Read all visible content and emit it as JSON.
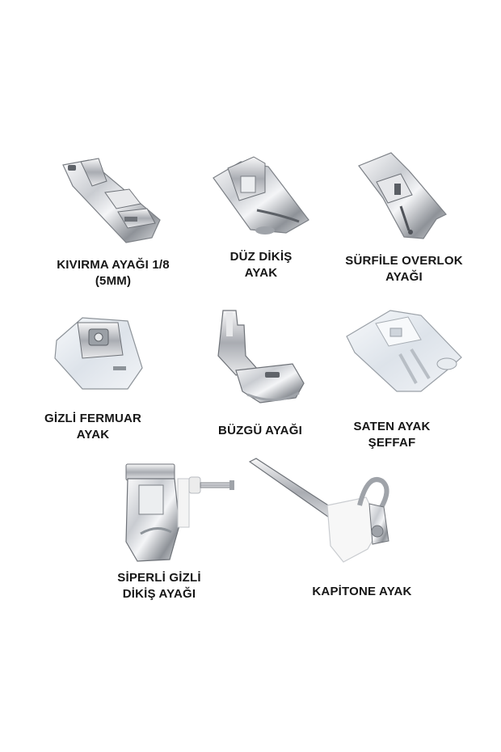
{
  "items": [
    {
      "line1": "KIVIRMA AYAĞI 1/8",
      "line2": "(5MM)",
      "icon": "rolled-hem-presser-foot-icon"
    },
    {
      "line1": "DÜZ DİKİŞ",
      "line2": "AYAK",
      "icon": "straight-stitch-presser-foot-icon"
    },
    {
      "line1": "SÜRFİLE OVERLOK",
      "line2": "AYAĞI",
      "icon": "overcast-presser-foot-icon"
    },
    {
      "line1": "GİZLİ FERMUAR",
      "line2": "AYAK",
      "icon": "invisible-zipper-presser-foot-icon"
    },
    {
      "line1": "BÜZGÜ AYAĞI",
      "line2": "",
      "icon": "gathering-presser-foot-icon"
    },
    {
      "line1": "SATEN AYAK",
      "line2": "ŞEFFAF",
      "icon": "satin-clear-presser-foot-icon"
    },
    {
      "line1": "SİPERLİ GİZLİ",
      "line2": "DİKİŞ AYAĞI",
      "icon": "blind-stitch-presser-foot-icon"
    },
    {
      "line1": "KAPİTONE AYAK",
      "line2": "",
      "icon": "quilting-guide-presser-foot-icon"
    }
  ],
  "colors": {
    "metal_light": "#f2f3f5",
    "metal_mid": "#b9bcc2",
    "metal_dark": "#6b6e74",
    "clear_plastic": "#e6ebf0",
    "white_plastic": "#f7f7f7",
    "text": "#161616"
  }
}
